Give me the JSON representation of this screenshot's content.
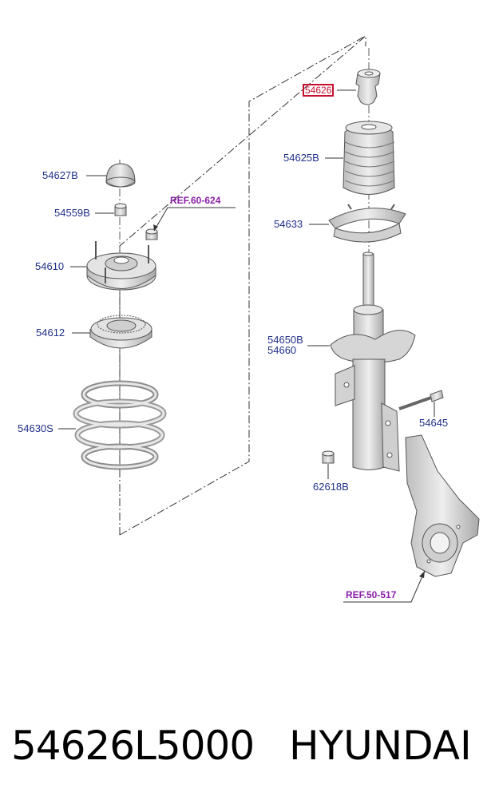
{
  "labels": {
    "p54627b": "54627B",
    "p54559b": "54559B",
    "p54610": "54610",
    "p54612": "54612",
    "p54630s": "54630S",
    "p54626": "54626",
    "p54625b": "54625B",
    "p54633": "54633",
    "p54650b": "54650B",
    "p54660": "54660",
    "p54645": "54645",
    "p62618b": "62618B"
  },
  "refs": {
    "ref_60_624": "REF.60-624",
    "ref_50_517": "REF.50-517"
  },
  "caption": {
    "part_number": "54626L5000",
    "brand": "HYUNDAI"
  },
  "colors": {
    "label": "#1f2f8a",
    "ref": "#8a1fa8",
    "highlight": "#c8102e",
    "part_fill": "#dcdcdc",
    "part_stroke": "#555555"
  }
}
